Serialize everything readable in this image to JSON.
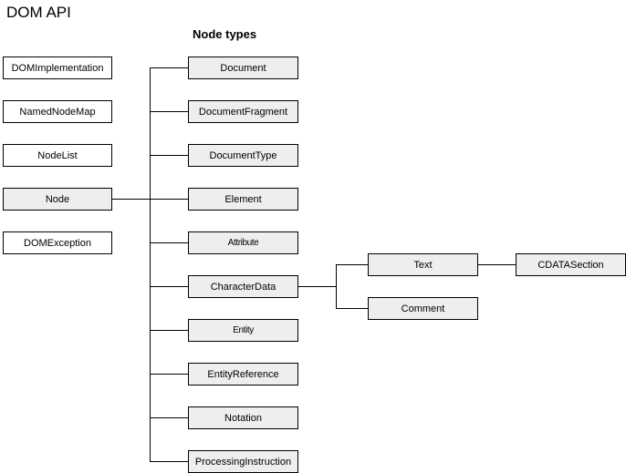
{
  "header": {
    "title": "DOM API",
    "subtitle": "Node types"
  },
  "interfaces": {
    "dom_implementation": "DOMImplementation",
    "named_node_map": "NamedNodeMap",
    "node_list": "NodeList",
    "node": "Node",
    "dom_exception": "DOMException"
  },
  "node_types": {
    "document": "Document",
    "document_fragment": "DocumentFragment",
    "document_type": "DocumentType",
    "element": "Element",
    "attribute": "Attribute",
    "character_data": "CharacterData",
    "entity": "Entity",
    "entity_reference": "EntityReference",
    "notation": "Notation",
    "processing_instruction": "ProcessingInstruction"
  },
  "character_data_types": {
    "text": "Text",
    "comment": "Comment"
  },
  "text_types": {
    "cdata_section": "CDATASection"
  },
  "colors": {
    "line": "#000000",
    "box_border": "#000000",
    "interface_fill": "#ffffff",
    "node_type_fill": "#eeeeee"
  }
}
